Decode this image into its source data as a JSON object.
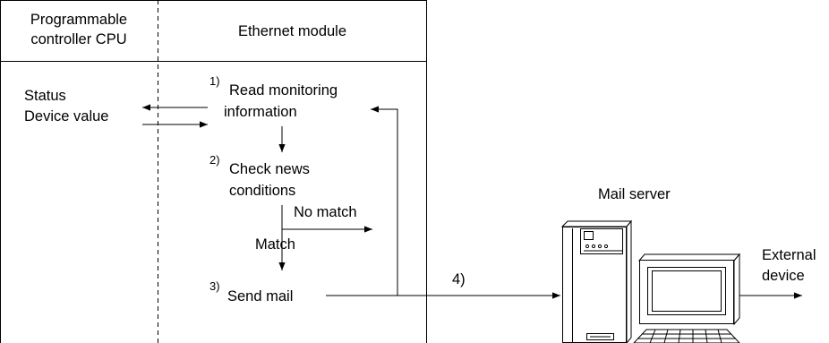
{
  "header": {
    "left_title_line1": "Programmable",
    "left_title_line2": "controller CPU",
    "right_title": "Ethernet module"
  },
  "cpu": {
    "status_label": "Status",
    "device_value_label": "Device value"
  },
  "steps": [
    {
      "number": "1)",
      "line1": "Read monitoring",
      "line2": "information"
    },
    {
      "number": "2)",
      "line1": "Check news",
      "line2": "conditions"
    },
    {
      "number": "3)",
      "line1": "Send mail",
      "line2": ""
    }
  ],
  "branch": {
    "no_match_label": "No match",
    "match_label": "Match"
  },
  "mail": {
    "step_number": "4)",
    "server_label": "Mail server",
    "external_line1": "External",
    "external_line2": "device"
  },
  "icons": [
    "mail-server-tower-icon",
    "monitor-icon",
    "keyboard-icon"
  ]
}
